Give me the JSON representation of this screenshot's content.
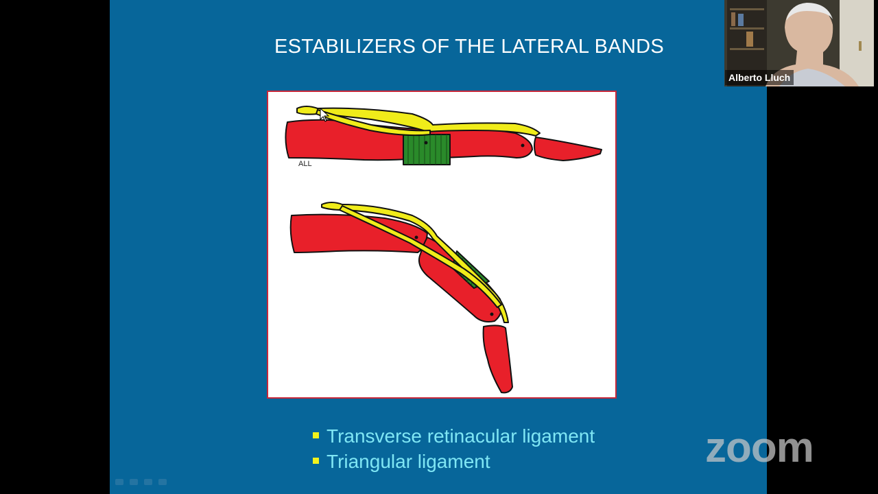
{
  "slide": {
    "title": "ESTABILIZERS OF THE LATERAL BANDS",
    "figure_caption": "ALL",
    "bullets": [
      "Transverse retinacular ligament",
      "Triangular ligament"
    ]
  },
  "video": {
    "participant_name": "Alberto Lluch"
  },
  "branding": {
    "logo": "zoom"
  },
  "colors": {
    "slide_background": "#07669a",
    "bullet_text": "#7fe6f4",
    "bullet_marker": "#f2f21c",
    "bone": "#e8202a",
    "tendon": "#f0ec1a",
    "ligament": "#2a8a2a"
  }
}
